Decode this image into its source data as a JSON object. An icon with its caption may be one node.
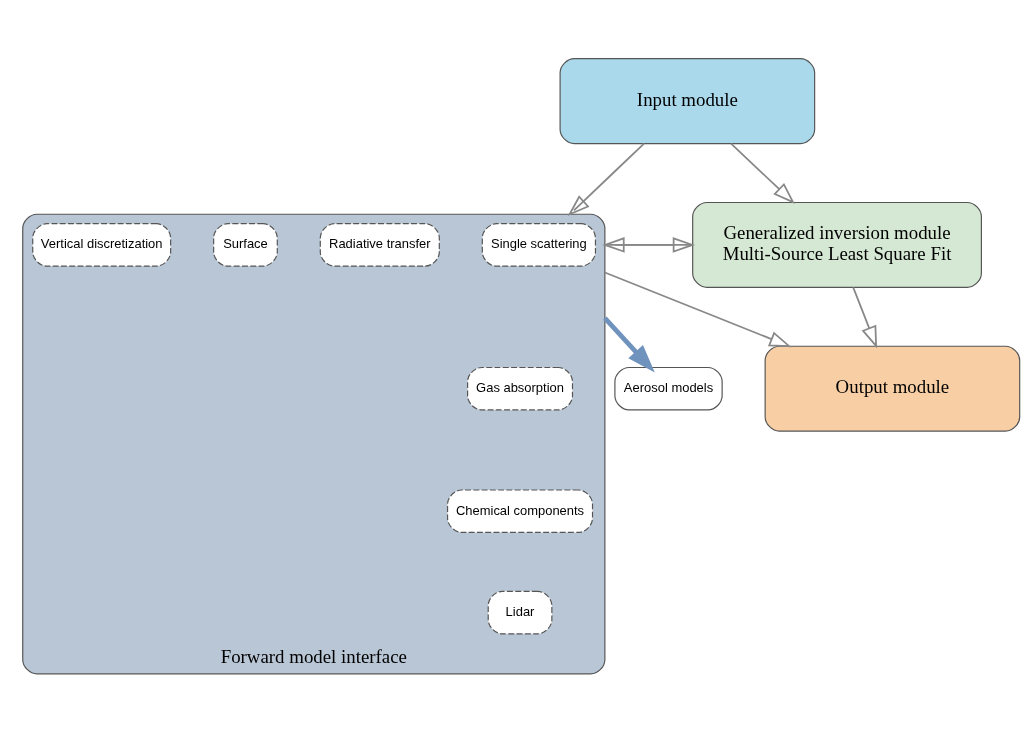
{
  "diagram": {
    "nodes": [
      {
        "text": [
          "Input module"
        ]
      },
      {
        "text": [
          "Generalized inversion module",
          "Multi-Source Least Square Fit"
        ]
      },
      {
        "text": [
          "Forward model interface"
        ]
      },
      {
        "text": [
          "Single scattering"
        ],
        "in": 2
      },
      {
        "text": [
          "Radiative transfer"
        ],
        "in": 2
      },
      {
        "text": [
          "Gas absorption"
        ],
        "in": 2
      },
      {
        "text": [
          "Surface"
        ],
        "in": 2
      },
      {
        "text": [
          "Chemical components"
        ],
        "in": 2
      },
      {
        "text": [
          "Vertical discretization"
        ],
        "in": 2
      },
      {
        "text": [
          "Lidar"
        ],
        "in": 2
      },
      {
        "text": [
          "Aerosol models"
        ]
      },
      {
        "text": [
          "Output module"
        ]
      }
    ],
    "edges": [
      {
        "from": 0,
        "to": 1,
        "arrow": "to"
      },
      {
        "from": 0,
        "to": 2,
        "arrow": "to"
      },
      {
        "from": 1,
        "to": 2,
        "arrow": "to"
      },
      {
        "from": 2,
        "to": 1,
        "arrow": "to"
      },
      {
        "from": 2,
        "to": 10,
        "arrow": "to",
        "style": "thick",
        "color": "#6f93bd"
      },
      {
        "from": 1,
        "to": 11,
        "arrow": "to"
      },
      {
        "from": 2,
        "to": 11,
        "arrow": "to"
      }
    ]
  }
}
